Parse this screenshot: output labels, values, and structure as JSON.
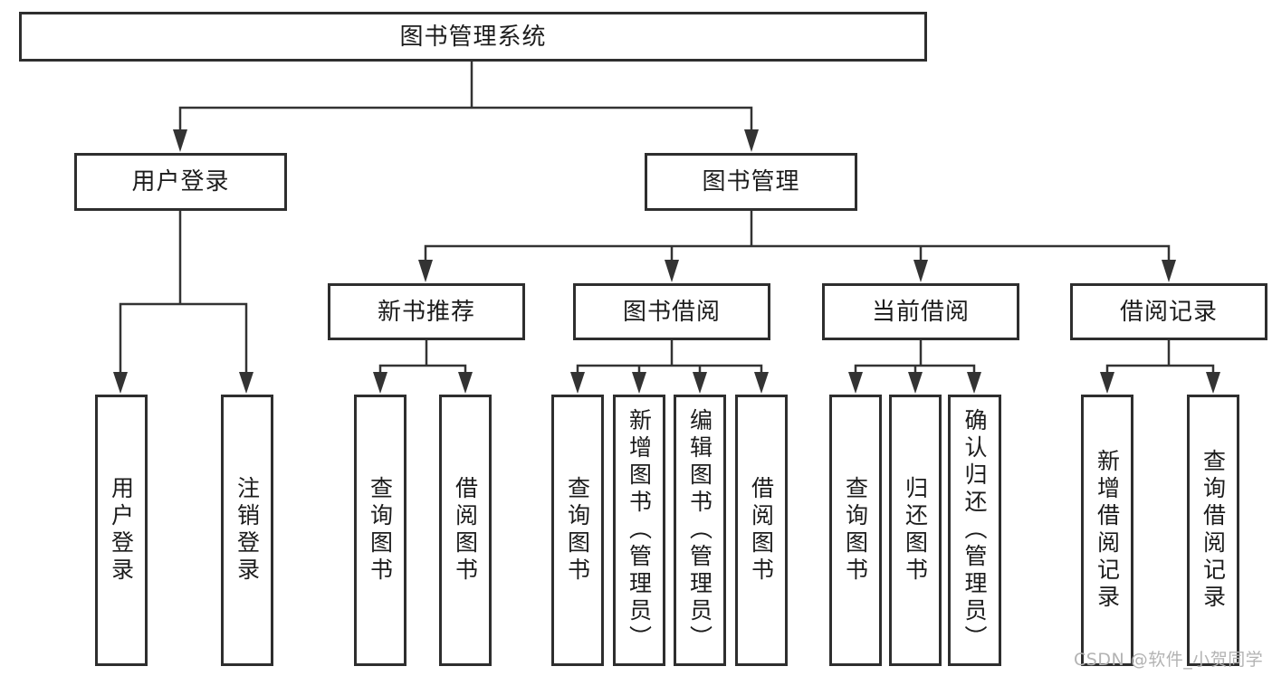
{
  "diagram": {
    "type": "hierarchy-tree",
    "title": "图书管理系统",
    "hierarchy": {
      "图书管理系统": {
        "用户登录": [
          "用户登录",
          "注销登录"
        ],
        "图书管理": {
          "新书推荐": [
            "查询图书",
            "借阅图书"
          ],
          "图书借阅": [
            "查询图书",
            "新增图书（管理员）",
            "编辑图书（管理员）",
            "借阅图书"
          ],
          "当前借阅": [
            "查询图书",
            "归还图书",
            "确认归还（管理员）"
          ],
          "借阅记录": [
            "新增借阅记录",
            "查询借阅记录"
          ]
        }
      }
    }
  },
  "nodes": {
    "root": {
      "label": "图书管理系统"
    },
    "user_login": {
      "label": "用户登录"
    },
    "book_mgmt": {
      "label": "图书管理"
    },
    "leaf_user_login": {
      "label": "用户登录"
    },
    "leaf_logout": {
      "label": "注销登录"
    },
    "new_book_rec": {
      "label": "新书推荐"
    },
    "book_borrow": {
      "label": "图书借阅"
    },
    "current_borrow": {
      "label": "当前借阅"
    },
    "borrow_records": {
      "label": "借阅记录"
    },
    "nb_query": {
      "label": "查询图书"
    },
    "nb_borrow": {
      "label": "借阅图书"
    },
    "bb_query": {
      "label": "查询图书"
    },
    "bb_add": {
      "label": "新增图书（管理员）"
    },
    "bb_edit": {
      "label": "编辑图书（管理员）"
    },
    "bb_borrow": {
      "label": "借阅图书"
    },
    "cb_query": {
      "label": "查询图书"
    },
    "cb_return": {
      "label": "归还图书"
    },
    "cb_confirm": {
      "label": "确认归还（管理员）"
    },
    "br_add": {
      "label": "新增借阅记录"
    },
    "br_query": {
      "label": "查询借阅记录"
    }
  },
  "watermark": {
    "text": "CSDN @软件_小贺同学",
    "color": "#b3b3b3"
  },
  "colors": {
    "background": "#ffffff",
    "box_background": "#ffffff",
    "box_border": "#2e2e2e",
    "line": "#333333",
    "text": "#1c1c1c",
    "watermark": "#b3b3b3"
  }
}
